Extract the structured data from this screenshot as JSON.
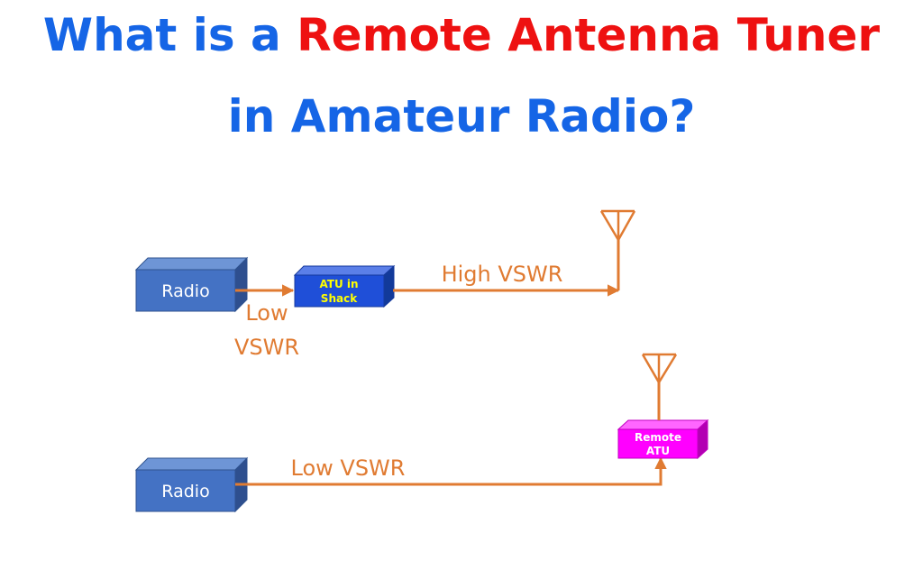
{
  "title": {
    "line1_part1": "What is a ",
    "line1_part2": "Remote Antenna Tuner",
    "line2": "in Amateur Radio?"
  },
  "diagram_top": {
    "radio_label": "Radio",
    "atu_label_line1": "ATU in",
    "atu_label_line2": "Shack",
    "link_radio_atu_label_line1": "Low",
    "link_radio_atu_label_line2": "VSWR",
    "link_atu_antenna_label": "High VSWR"
  },
  "diagram_bottom": {
    "radio_label": "Radio",
    "atu_label_line1": "Remote",
    "atu_label_line2": "ATU",
    "link_radio_atu_label": "Low VSWR"
  },
  "colors": {
    "title_blue": "#1565e6",
    "title_red": "#ee1111",
    "radio_box": "#4472c4",
    "atu_in_shack_box": "#1f4fd8",
    "atu_in_shack_text": "#ffff00",
    "remote_atu_box": "#ff00ff",
    "remote_atu_text": "#ffffff",
    "wire": "#e07b32"
  }
}
